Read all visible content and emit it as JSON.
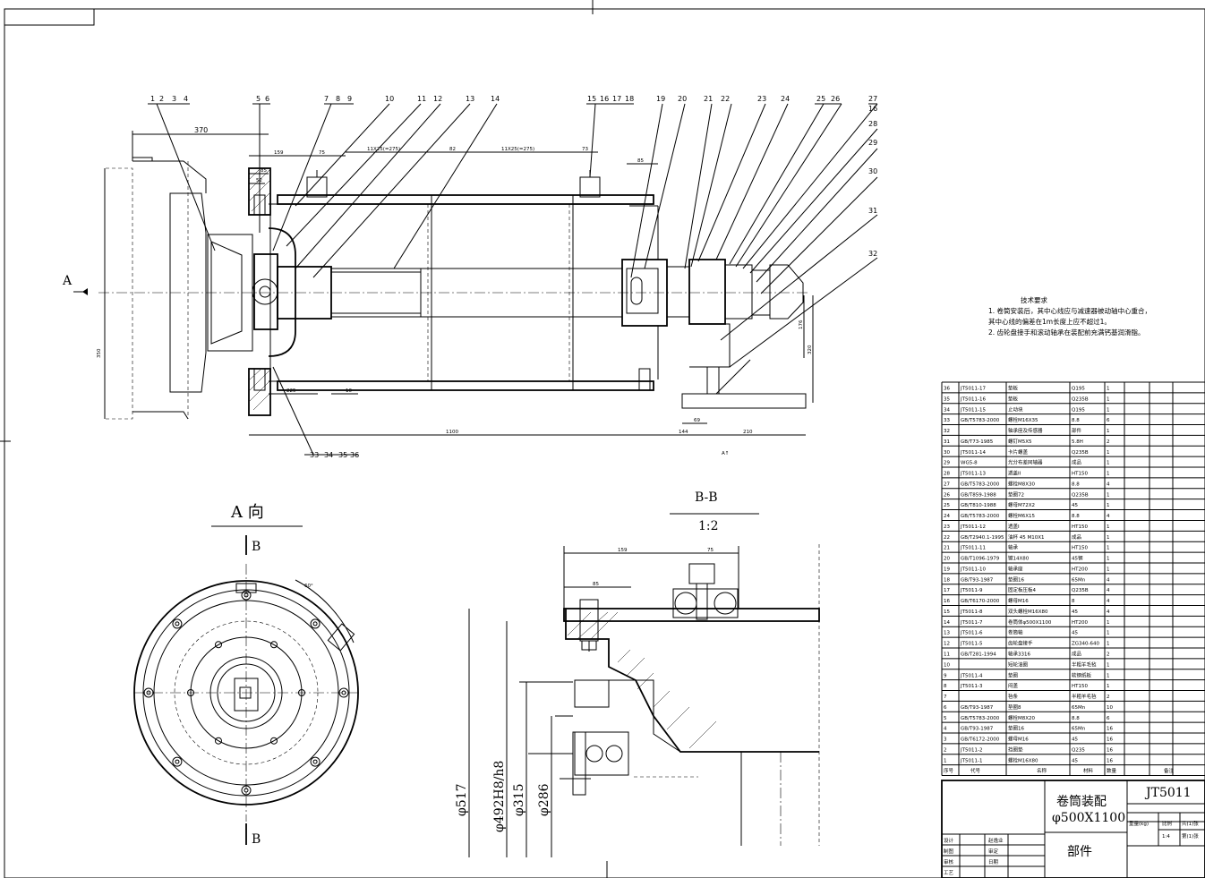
{
  "views": {
    "a_view_title": "A 向",
    "bb_title": "B-B",
    "bb_scale": "1:2",
    "arrow_a": "A",
    "section_b": "B",
    "angle": "60°",
    "arrow_a_bottom": "A↑"
  },
  "balloons": [
    "1",
    "2",
    "3",
    "4",
    "5",
    "6",
    "7",
    "8",
    "9",
    "10",
    "11",
    "12",
    "13",
    "14",
    "15",
    "16",
    "17",
    "18",
    "19",
    "20",
    "21",
    "22",
    "23",
    "24",
    "25",
    "26",
    "27",
    "16",
    "28",
    "29",
    "30",
    "31",
    "32",
    "33",
    "34",
    "35",
    "36"
  ],
  "dims": {
    "d370": "370",
    "d159": "159",
    "d75": "75",
    "d85": "85",
    "d52": "52",
    "d11x25a": "11X25(=275)",
    "d82": "82",
    "d11x25b": "11X25(=275)",
    "d73": "73",
    "d85b": "85",
    "d350": "350",
    "d225": "225",
    "d10": "10",
    "d1100": "1100",
    "d144": "144",
    "d210": "210",
    "d69": "69",
    "d176": "176",
    "d320": "320",
    "dia517": "φ517",
    "dia492": "φ492H8/h8",
    "dia315": "φ315",
    "dia286": "φ286",
    "bb159": "159",
    "bb75": "75",
    "bb85": "85"
  },
  "notes": {
    "title": "技术要求",
    "line1": "1. 卷筒安装后，其中心线应与减速器被动轴中心重合，",
    "line2": "其中心线的偏差在1m长度上应不超过1。",
    "line3": "2. 齿轮盘接手和滚动轴承在装配前充满钙基润滑脂。"
  },
  "bom": [
    [
      "36",
      "JT5011-17",
      "垫板",
      "Q195",
      "1"
    ],
    [
      "35",
      "JT5011-16",
      "垫板",
      "Q235B",
      "1"
    ],
    [
      "34",
      "JT5011-15",
      "止动块",
      "Q195",
      "1"
    ],
    [
      "33",
      "GB/T5783-2000",
      "螺栓M16X35",
      "8.8",
      "6"
    ],
    [
      "32",
      "",
      "轴承座及传感器",
      "部件",
      "1"
    ],
    [
      "31",
      "GB/T73-1985",
      "螺钉M5X5",
      "5.8H",
      "2"
    ],
    [
      "30",
      "JT5011-14",
      "卡片螺盖",
      "Q235B",
      "1"
    ],
    [
      "29",
      "WG5-8",
      "光分布差同轴器",
      "成品",
      "1"
    ],
    [
      "28",
      "JT5011-13",
      "透盖II",
      "HT150",
      "1"
    ],
    [
      "27",
      "GB/T5783-2000",
      "螺栓M8X30",
      "8.8",
      "4"
    ],
    [
      "26",
      "GB/T859-1988",
      "垫圈72",
      "Q235B",
      "1"
    ],
    [
      "25",
      "GB/T810-1988",
      "螺母M72X2",
      "45",
      "1"
    ],
    [
      "24",
      "GB/T5783-2000",
      "螺栓M6X15",
      "8.8",
      "4"
    ],
    [
      "23",
      "JT5011-12",
      "透盖I",
      "HT150",
      "1"
    ],
    [
      "22",
      "GB/T2940.1-1995",
      "油杯 45 M10X1",
      "成品",
      "1"
    ],
    [
      "21",
      "JT5011-11",
      "轴承",
      "HT150",
      "1"
    ],
    [
      "20",
      "GB/T1096-1979",
      "键14X80",
      "45钢",
      "1"
    ],
    [
      "19",
      "JT5011-10",
      "轴承座",
      "HT200",
      "1"
    ],
    [
      "18",
      "GB/T93-1987",
      "垫圈16",
      "65Mn",
      "4"
    ],
    [
      "17",
      "JT5011-9",
      "固定板压板4",
      "Q235B",
      "4"
    ],
    [
      "16",
      "GB/T6170-2000",
      "螺母M16",
      "8",
      "4"
    ],
    [
      "15",
      "JT5011-8",
      "双头螺栓M16X80",
      "45",
      "4"
    ],
    [
      "14",
      "JT5011-7",
      "卷筒体φ500X1100",
      "HT200",
      "1"
    ],
    [
      "13",
      "JT5011-6",
      "卷筒轴",
      "45",
      "1"
    ],
    [
      "12",
      "JT5011-5",
      "齿轮盘接手",
      "ZG340-640",
      "1"
    ],
    [
      "11",
      "GB/T281-1994",
      "轴承3316",
      "成品",
      "2"
    ],
    [
      "10",
      "",
      "短轮油圈",
      "半粗羊毛毡",
      "1"
    ],
    [
      "9",
      "JT5011-4",
      "垫圈",
      "软钢纸板",
      "1"
    ],
    [
      "8",
      "JT5011-3",
      "闷盖",
      "HT150",
      "1"
    ],
    [
      "7",
      "",
      "毡条",
      "半粗羊毛毡",
      "2"
    ],
    [
      "6",
      "GB/T93-1987",
      "垫圈8",
      "65Mn",
      "10"
    ],
    [
      "5",
      "GB/T5783-2000",
      "螺栓M8X20",
      "8.8",
      "6"
    ],
    [
      "4",
      "GB/T93-1987",
      "垫圈16",
      "65Mn",
      "16"
    ],
    [
      "3",
      "GB/T6172-2000",
      "螺母M16",
      "45",
      "16"
    ],
    [
      "2",
      "JT5011-2",
      "挡圈垫",
      "Q235",
      "16"
    ],
    [
      "1",
      "JT5011-1",
      "螺栓M16X80",
      "45",
      "16"
    ]
  ],
  "bom_header": {
    "seq": "序号",
    "code": "代号",
    "name": "名称",
    "material": "材料",
    "qty": "数量",
    "remark": "备注"
  },
  "title_block": {
    "name_line1": "卷筒装配",
    "name_line2": "φ500X1100",
    "drawing_no": "JT5011",
    "part": "部件",
    "weight": "重量(kg)",
    "scale": "比例",
    "scale_val": "1:4",
    "sheets": "共(1)张",
    "sheet_no": "第(1)张",
    "design": "设计",
    "draw": "制图",
    "check": "审核",
    "craft": "工艺",
    "designer": "赵逸业",
    "review": "审定",
    "date": "日期"
  }
}
